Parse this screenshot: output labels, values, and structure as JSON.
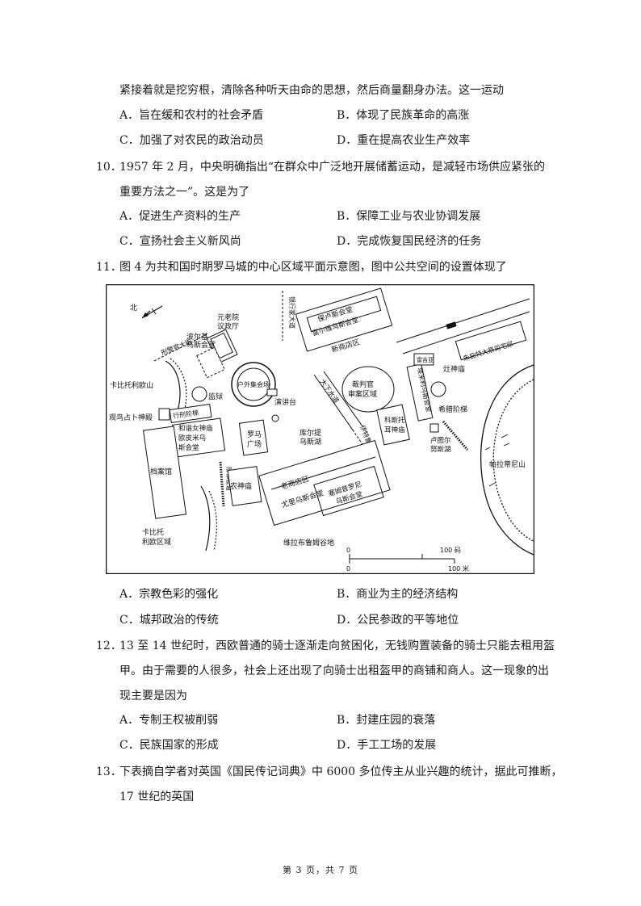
{
  "q9_tail": {
    "text": "紧接着就是挖穷根，清除各种听天由命的思想，然后商量翻身办法。这一运动",
    "options": {
      "A": "A．旨在缓和农村的社会矛盾",
      "B": "B．体现了民族革命的高涨",
      "C": "C．加强了对农民的政治动员",
      "D": "D．重在提高农业生产效率"
    }
  },
  "q10": {
    "number": "10．",
    "line1": "1957 年 2 月，中央明确指出“在群众中广泛地开展储蓄运动，是减轻市场供应紧张的",
    "line2": "重要方法之一”。这是为了",
    "options": {
      "A": "A．促进生产资料的生产",
      "B": "B．保障工业与农业协调发展",
      "C": "C．宣扬社会主义新风尚",
      "D": "D．完成恢复国民经济的任务"
    }
  },
  "q11": {
    "number": "11．",
    "line1": "图 4 为共和国时期罗马城的中心区域平面示意图，图中公共空间的设置体现了",
    "options": {
      "A": "A．宗教色彩的强化",
      "B": "B．商业为主的经济结构",
      "C": "C．城邦政治的传统",
      "D": "D．公民参政的平等地位"
    }
  },
  "map": {
    "north": "北",
    "labels": {
      "yuanlaoyuan": "元老院",
      "yizhengting": "议政厅",
      "boerji1": "波尔基",
      "boerji2": "乌斯会堂",
      "lixing": "刑警官大街",
      "kabituoli": "卡比托利欧山",
      "jianyu": "监狱",
      "guanniao": "观鸟占卜神殿",
      "xingzhou": "行刑阶梯",
      "hexienv1": "和谐女神庙",
      "hexienv2": "欧皮米乌",
      "hexienv3": "斯会堂",
      "huwai": "户外集会场",
      "yanjiangtai": "演讲台",
      "luoma1": "罗马",
      "luoma2": "广场",
      "kuer1": "库尔提",
      "kuer2": "乌斯湖",
      "baolusi1": "保卢斯会堂",
      "baolusi2": "富尔维乌斯会堂",
      "xinshangdian": "新商店区",
      "youle": "银行家大道",
      "dadaozhi": "大下水道",
      "caipan1": "裁判官",
      "caipan2": "审案区域",
      "emiliya": "埃米利乌斯会堂",
      "sanshen": "雷吉亚",
      "zaoshen": "灶神庙",
      "zhubishen": "朱庇特大祭司宅邸",
      "ximu": "希腊阶梯",
      "kesituo1": "科斯托",
      "kesituo2": "耳神庙",
      "yisiqie": "伊特鲁里亚街",
      "lutuer1": "卢图尔",
      "lutuer2": "努斯湖",
      "palatine": "帕拉蒂尼山",
      "dangan": "档案馆",
      "nongshen": "农神庙",
      "laoshangdian": "老商店区",
      "youliwusi": "尤里乌斯会堂",
      "sempronius1": "塞姆普罗尼",
      "sempronius2": "乌斯会堂",
      "kabiquyu1": "卡比托",
      "kabiquyu2": "利欧区域",
      "weilabu": "维拉布鲁姆谷地",
      "jieti": "阶梯坡道",
      "scale_zero_top": "0",
      "scale_100_yard": "100 码",
      "scale_zero_bottom": "0",
      "scale_100_m": "100 米"
    }
  },
  "q12": {
    "number": "12．",
    "line1": "13 至 14 世纪时，西欧普通的骑士逐渐走向贫困化，无钱购置装备的骑士只能去租用盔",
    "line2": "甲。由于需要的人很多，社会上还出现了向骑士出租盔甲的商铺和商人。这一现象的出",
    "line3": "现主要是因为",
    "options": {
      "A": "A．专制王权被削弱",
      "B": "B．封建庄园的衰落",
      "C": "C．民族国家的形成",
      "D": "D．手工工场的发展"
    }
  },
  "q13": {
    "number": "13．",
    "line1": "下表摘自学者对英国《国民传记词典》中 6000 多位传主从业兴趣的统计，据此可推断，",
    "line2": "17 世纪的英国"
  },
  "footer": "第 3 页，共 7 页"
}
